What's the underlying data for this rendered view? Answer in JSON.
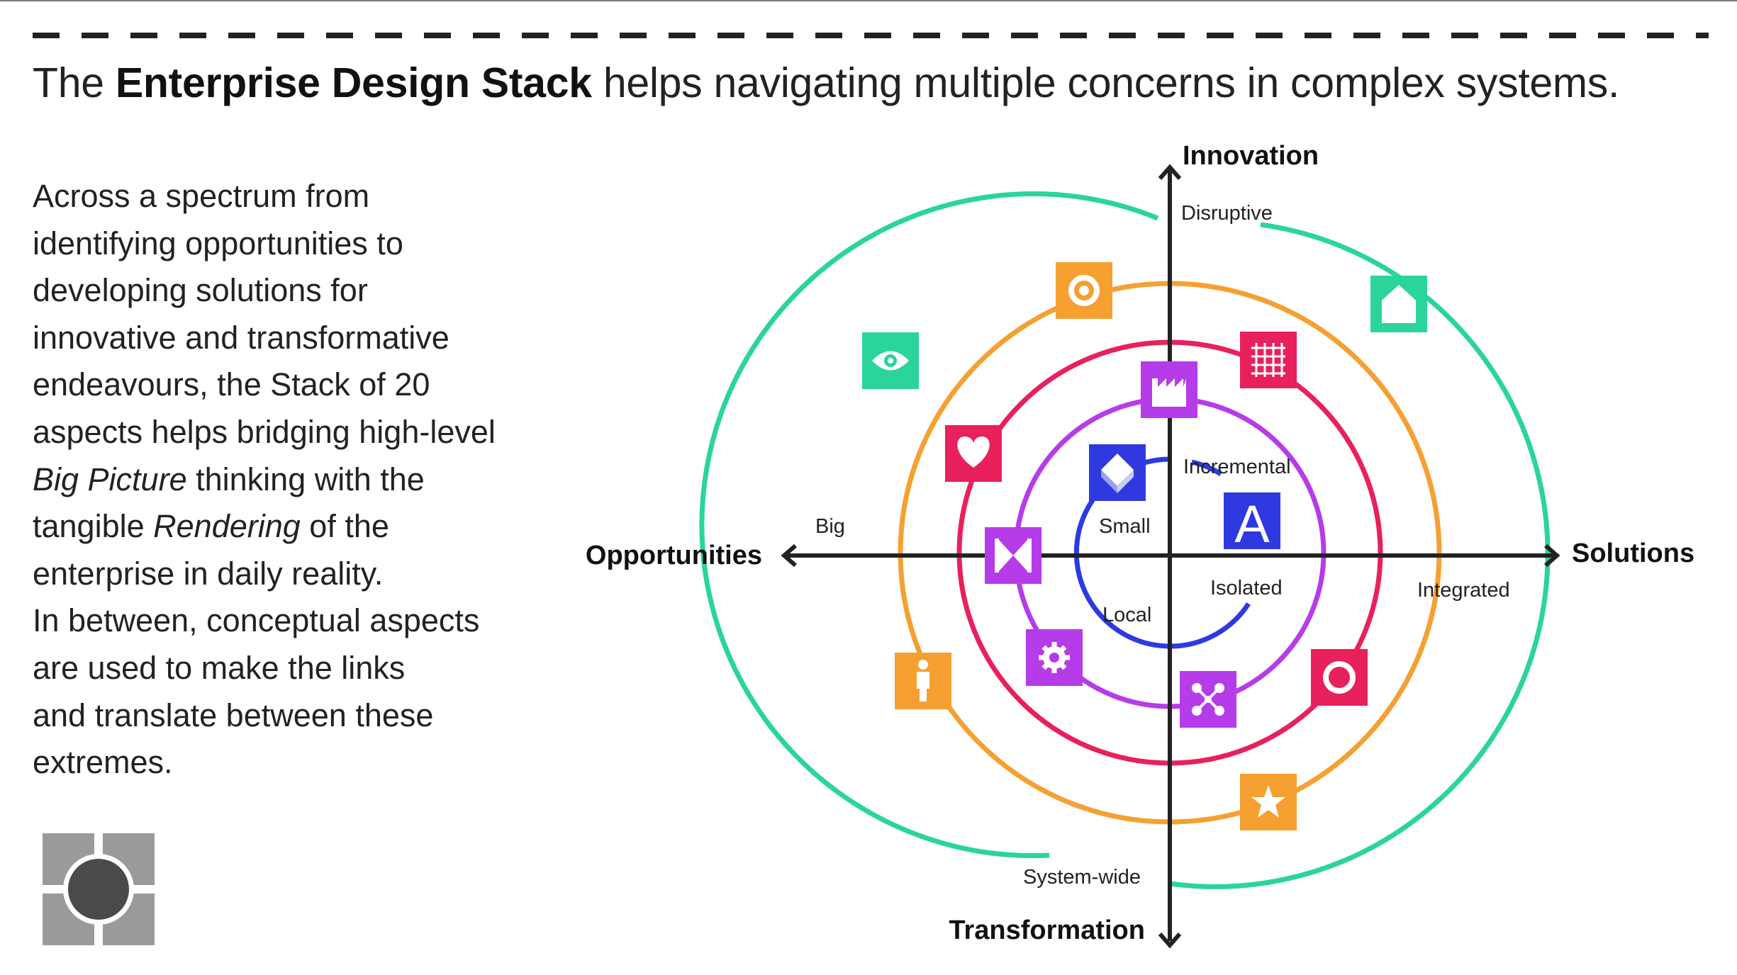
{
  "headline": {
    "prefix": "The ",
    "bold": "Enterprise Design Stack",
    "suffix": " helps navigating multiple concerns in complex systems."
  },
  "body": {
    "l1": "Across a spectrum from",
    "l2": "identifying opportunities to",
    "l3": "developing solutions for",
    "l4": "innovative and transformative",
    "l5": "endeavours, the Stack of 20",
    "l6": "aspects helps bridging high-level",
    "l7_italic": "Big Picture",
    "l7_rest": " thinking with the",
    "l8_pre": "tangible ",
    "l8_italic": "Rendering",
    "l8_rest": " of the",
    "l9": "enterprise in daily reality.",
    "l10": "In between, conceptual aspects",
    "l11": "are used to make the links",
    "l12": "and translate between these",
    "l13": "extremes."
  },
  "diagram": {
    "axes": {
      "top": "Innovation",
      "bottom": "Transformation",
      "left": "Opportunities",
      "right": "Solutions"
    },
    "ring_labels": {
      "disruptive": "Disruptive",
      "big": "Big",
      "integrated": "Integrated",
      "system_wide": "System-wide",
      "incremental": "Incremental",
      "small": "Small",
      "isolated": "Isolated",
      "local": "Local"
    },
    "rings": [
      {
        "name": "outer",
        "color": "#2bd49c"
      },
      {
        "name": "second",
        "color": "#f5a031"
      },
      {
        "name": "third",
        "color": "#e8205b"
      },
      {
        "name": "fourth",
        "color": "#b53ce8"
      },
      {
        "name": "inner",
        "color": "#2e3ae0"
      }
    ],
    "icons": [
      {
        "name": "eye-icon",
        "color": "#2bd49c"
      },
      {
        "name": "house-icon",
        "color": "#2bd49c"
      },
      {
        "name": "target-icon",
        "color": "#f5a031"
      },
      {
        "name": "person-icon",
        "color": "#f5a031"
      },
      {
        "name": "star-icon",
        "color": "#f5a031"
      },
      {
        "name": "heart-icon",
        "color": "#e8205b"
      },
      {
        "name": "grid-icon",
        "color": "#e8205b"
      },
      {
        "name": "lifebuoy-icon",
        "color": "#e8205b"
      },
      {
        "name": "factory-icon",
        "color": "#b53ce8"
      },
      {
        "name": "bowtie-icon",
        "color": "#b53ce8"
      },
      {
        "name": "gear-icon",
        "color": "#b53ce8"
      },
      {
        "name": "nodes-icon",
        "color": "#b53ce8"
      },
      {
        "name": "diamond-icon",
        "color": "#2e3ae0"
      },
      {
        "name": "letter-a-icon",
        "color": "#2e3ae0"
      }
    ],
    "icon_glyphs": {
      "a_letter": "A"
    }
  },
  "logo": {
    "name": "enterprise-design-logo",
    "colors": [
      "#9a9a9a",
      "#4a4a4a"
    ]
  }
}
